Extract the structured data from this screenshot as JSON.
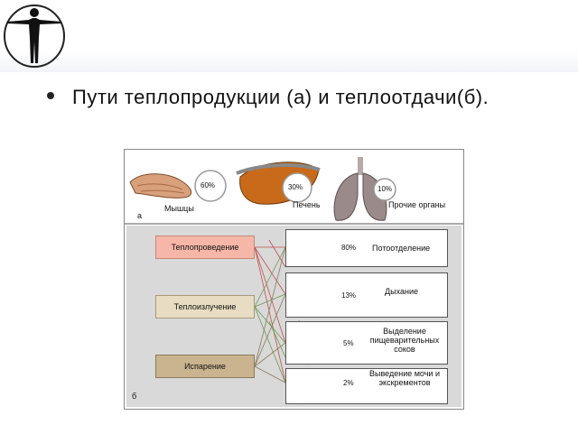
{
  "slide": {
    "bullet_text": "Пути теплопродукции (а) и теплоотдачи(б)."
  },
  "figure": {
    "panel_a": {
      "marker": "а",
      "organs": [
        {
          "label": "Мышцы",
          "percent": "60%"
        },
        {
          "label": "Печень",
          "percent": "30%"
        },
        {
          "label": "Прочие органы",
          "percent": "10%"
        }
      ]
    },
    "panel_b": {
      "marker": "б",
      "left_boxes": [
        {
          "label": "Теплопроведение"
        },
        {
          "label": "Теплоизлучение"
        },
        {
          "label": "Испарение"
        }
      ],
      "right_boxes": [
        {
          "label": "Потоотделение",
          "percent": "80%"
        },
        {
          "label": "Дыхание",
          "percent": "13%"
        },
        {
          "label": "Выделение пищеварительных соков",
          "percent": "5%"
        },
        {
          "label": "Выведение мочи и экскрементов",
          "percent": "2%"
        }
      ]
    },
    "colors": {
      "box_pink": "#f6b6a8",
      "box_beige": "#e8dcc2",
      "box_brown": "#c9b48f",
      "panel_gray": "#d9d9d9"
    }
  }
}
